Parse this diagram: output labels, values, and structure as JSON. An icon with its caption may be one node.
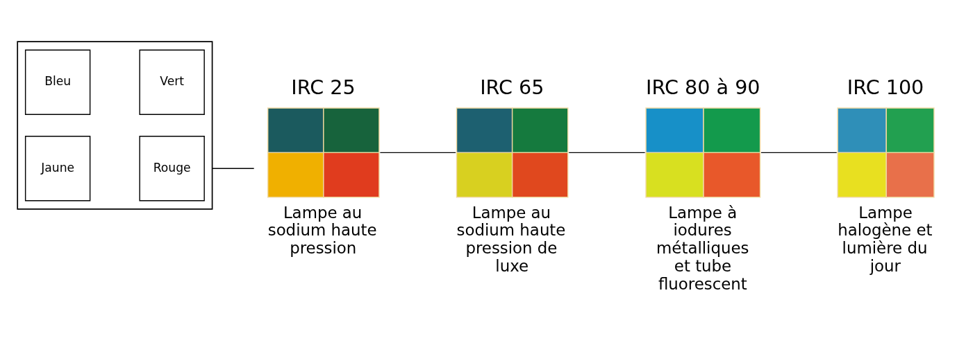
{
  "diagram": {
    "nodes": [
      {
        "text": [],
        "shape": "box"
      },
      {
        "text": [
          "Bleu"
        ],
        "in": 0
      },
      {
        "text": [
          "Vert"
        ],
        "in": 0
      },
      {
        "text": [
          "Jaune"
        ],
        "in": 0
      },
      {
        "text": [
          "Rouge"
        ],
        "in": 0
      },
      {
        "text": [
          "IRC 25"
        ],
        "beside": [
          "Lampe au sodium haute pression"
        ]
      },
      {
        "text": [
          "IRC 65"
        ],
        "beside": [
          "Lampe au sodium haute pression de luxe"
        ]
      },
      {
        "text": [
          "IRC 80 à 90"
        ],
        "beside": [
          "Lampe à iodures métalliques et tube fluorescent"
        ]
      },
      {
        "text": [
          "IRC 100"
        ],
        "beside": [
          "Lampe halogène et lumière du jour"
        ]
      }
    ],
    "edges": [
      {
        "from": 0,
        "to": 5,
        "arrow": "none"
      },
      {
        "from": 5,
        "to": 6,
        "arrow": "none"
      },
      {
        "from": 6,
        "to": 7,
        "arrow": "none"
      },
      {
        "from": 7,
        "to": 8,
        "arrow": "none"
      }
    ]
  }
}
